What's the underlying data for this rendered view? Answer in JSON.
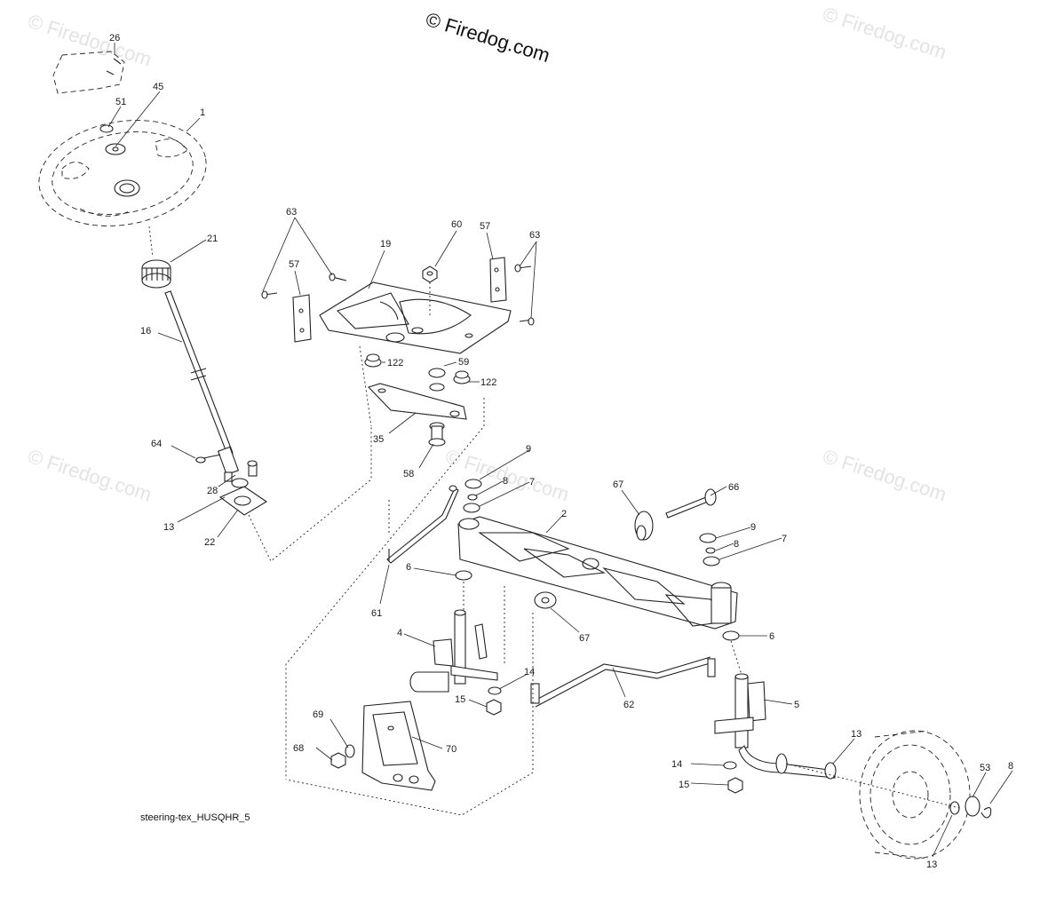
{
  "watermark_main": "© Firedog.com",
  "watermark_faint": "© Firedog.com",
  "caption": "steering-tex_HUSQHR_5",
  "callouts": {
    "c26": "26",
    "c45": "45",
    "c51": "51",
    "c1": "1",
    "c21": "21",
    "c16": "16",
    "c64": "64",
    "c28": "28",
    "c13a": "13",
    "c22": "22",
    "c63a": "63",
    "c57a": "57",
    "c19": "19",
    "c60": "60",
    "c57b": "57",
    "c63b": "63",
    "c122a": "122",
    "c59": "59",
    "c122b": "122",
    "c35": "35",
    "c58": "58",
    "c9a": "9",
    "c8a": "8",
    "c7a": "7",
    "c2": "2",
    "c67a": "67",
    "c66": "66",
    "c9b": "9",
    "c8b": "8",
    "c7b": "7",
    "c6a": "6",
    "c61": "61",
    "c67b": "67",
    "c6b": "6",
    "c4": "4",
    "c14a": "14",
    "c15a": "15",
    "c62": "62",
    "c5": "5",
    "c69": "69",
    "c68": "68",
    "c70": "70",
    "c13b": "13",
    "c14b": "14",
    "c15b": "15",
    "c53": "53",
    "c8c": "8",
    "c13c": "13"
  }
}
